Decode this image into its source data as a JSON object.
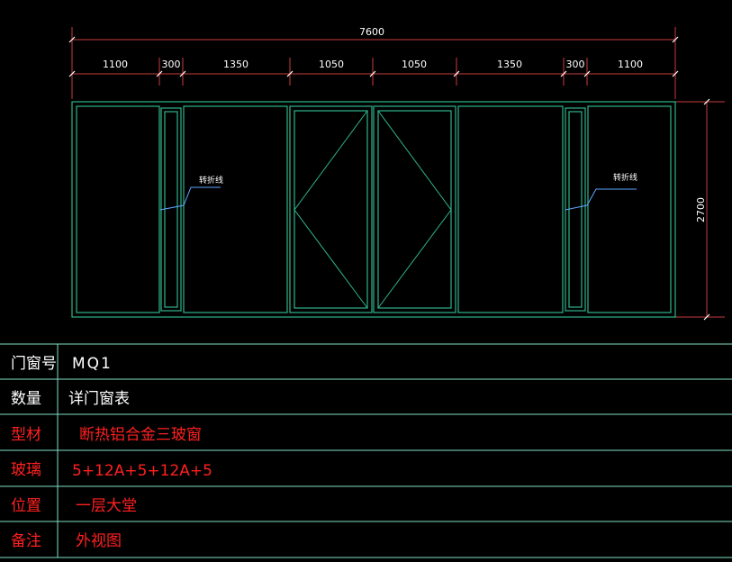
{
  "elevation": {
    "overall_width": "7600",
    "height": "2700",
    "segment_widths": [
      "1100",
      "300",
      "1350",
      "1050",
      "1050",
      "1350",
      "300",
      "1100"
    ],
    "left_annotation": "转折线",
    "right_annotation": "转折线"
  },
  "table": {
    "rows": [
      {
        "label": "门窗号",
        "value": "MQ1"
      },
      {
        "label": "数量",
        "value": "详门窗表"
      },
      {
        "label": "型材",
        "value": "断热铝合金三玻窗"
      },
      {
        "label": "玻璃",
        "value": "5+12A+5+12A+5"
      },
      {
        "label": "位置",
        "value": "一层大堂"
      },
      {
        "label": "备注",
        "value": "外视图"
      }
    ]
  },
  "colors": {
    "background": "#000000",
    "dimension": "#ffffff",
    "dimension_line": "#c83c3c",
    "frame": "#2fb58c",
    "table_line": "#7fdfc4",
    "text_white": "#ffffff",
    "text_red": "#ff2020"
  }
}
